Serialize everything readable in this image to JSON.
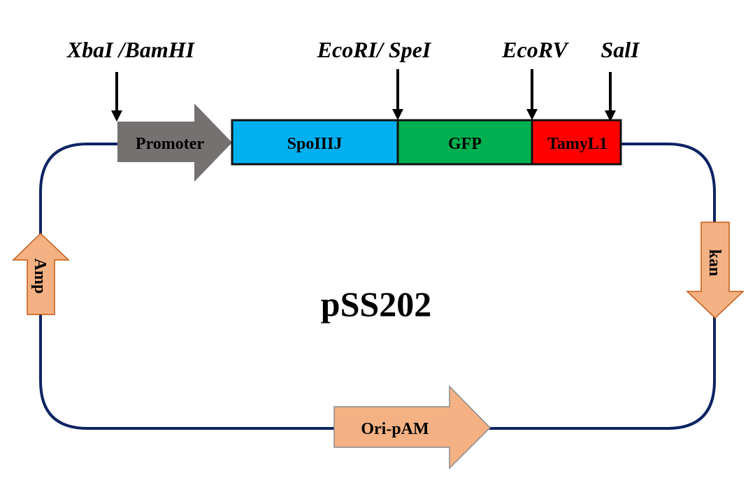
{
  "plasmid": {
    "name": "pSS202",
    "backbone_color": "#0d2463"
  },
  "restriction_sites": [
    {
      "label": "XbaI /BamHI"
    },
    {
      "label": "EcoRI/ SpeI"
    },
    {
      "label": "EcoRV"
    },
    {
      "label": "SalI"
    }
  ],
  "cassette": {
    "promoter": {
      "label": "Promoter",
      "color": "#767171"
    },
    "segments": [
      {
        "label": "SpoIIIJ",
        "color": "#00b0f0"
      },
      {
        "label": "GFP",
        "color": "#00b050"
      },
      {
        "label": "TamyL1",
        "color": "#ff0000"
      }
    ]
  },
  "features": {
    "amp": {
      "label": "Amp",
      "direction": "up",
      "color": "#f4b183"
    },
    "kan": {
      "label": "kan",
      "direction": "down",
      "color": "#f4b183"
    },
    "ori": {
      "label": "Ori-pAM",
      "direction": "right",
      "color": "#f4b183"
    }
  }
}
